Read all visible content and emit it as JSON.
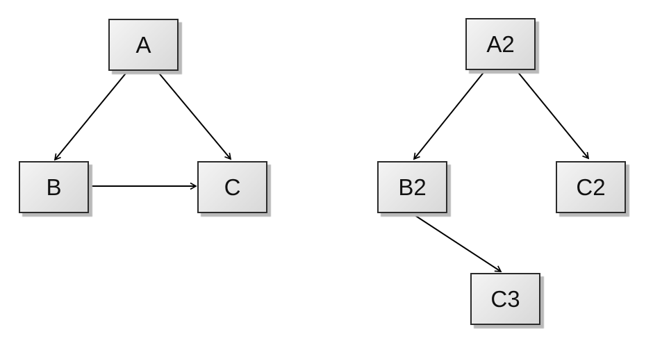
{
  "diagram": {
    "type": "directed-graph",
    "background": "#ffffff"
  },
  "colors": {
    "page_bg": "#ffffff",
    "node_fill_light": "#f4f4f4",
    "node_fill_dark": "#d8d8d8",
    "node_border": "#2b2b2b",
    "node_shadow": "#b9b9b9",
    "edge_color": "#000000",
    "label_color": "#111111"
  },
  "graphs": [
    {
      "name": "left-graph",
      "nodes": [
        {
          "id": "A",
          "label": "A"
        },
        {
          "id": "B",
          "label": "B"
        },
        {
          "id": "C",
          "label": "C"
        }
      ],
      "edges": [
        {
          "from": "A",
          "to": "B"
        },
        {
          "from": "A",
          "to": "C"
        },
        {
          "from": "B",
          "to": "C"
        }
      ]
    },
    {
      "name": "right-graph",
      "nodes": [
        {
          "id": "A2",
          "label": "A2"
        },
        {
          "id": "B2",
          "label": "B2"
        },
        {
          "id": "C2",
          "label": "C2"
        },
        {
          "id": "C3",
          "label": "C3"
        }
      ],
      "edges": [
        {
          "from": "A2",
          "to": "B2"
        },
        {
          "from": "A2",
          "to": "C2"
        },
        {
          "from": "B2",
          "to": "C3"
        }
      ]
    }
  ]
}
